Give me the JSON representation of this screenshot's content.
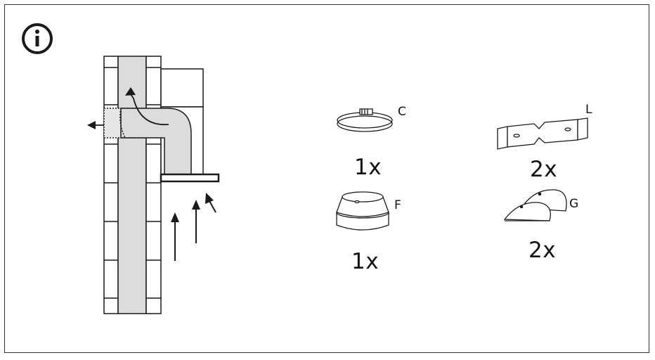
{
  "info_icon": {
    "glyph": "i"
  },
  "parts": [
    {
      "letter": "C",
      "quantity": "1x",
      "name": "hose-clamp"
    },
    {
      "letter": "F",
      "quantity": "1x",
      "name": "reducer-ring"
    },
    {
      "letter": "L",
      "quantity": "2x",
      "name": "mounting-bracket"
    },
    {
      "letter": "G",
      "quantity": "2x",
      "name": "half-round-cover"
    }
  ],
  "colors": {
    "line": "#1a1a1a",
    "duct": "#dcdcdc",
    "wall": "#ffffff",
    "outline": "#333333"
  }
}
